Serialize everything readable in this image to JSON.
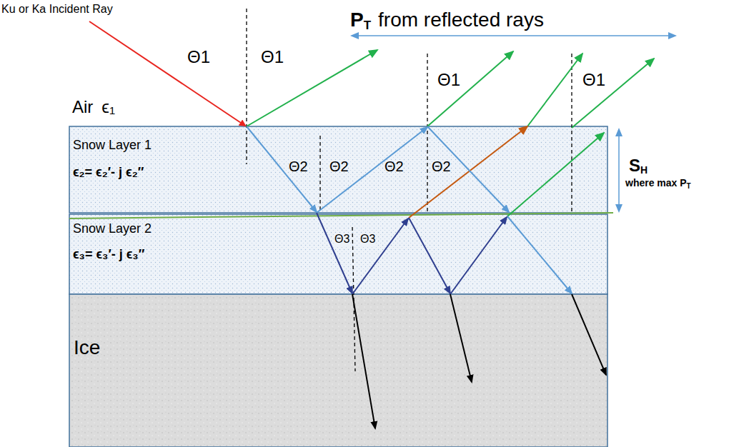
{
  "diagram": {
    "nodes": [
      {
        "text": [
          "Air",
          "ϵ₁"
        ]
      },
      {
        "text": [
          "Snow Layer 1",
          "ϵ₂= ϵ₂′- j ϵ₂″"
        ]
      },
      {
        "text": [
          "Snow Layer 2",
          "ϵ₃= ϵ₃′- j ϵ₃″"
        ]
      },
      {
        "text": [
          "Ice"
        ]
      }
    ],
    "labels": [
      "Ku or Ka Incident Ray",
      "P",
      "T",
      "from reflected rays",
      "Θ1",
      "Θ1",
      "Θ1",
      "Θ1",
      "Θ2",
      "Θ2",
      "Θ2",
      "Θ2",
      "Θ3",
      "Θ3",
      "S",
      "H",
      "where max P",
      "T"
    ]
  }
}
